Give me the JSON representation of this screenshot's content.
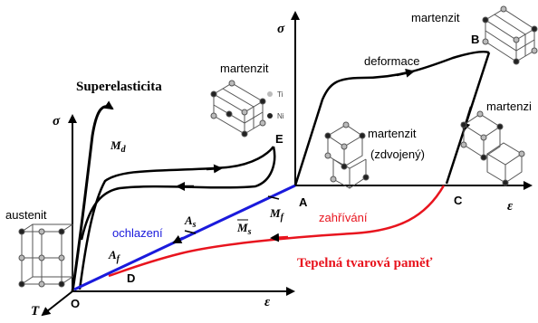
{
  "labels": {
    "superelasticity": "Superelasticita",
    "martensite_left": "martenzit",
    "martensite_top": "martenzit",
    "martensite_right": "martenzi",
    "martensite_twinned_1": "martenzit",
    "martensite_twinned_2": "(zdvojený)",
    "austenite": "austenit",
    "deformation": "deformace",
    "cooling": "ochlazení",
    "heating": "zahřívání",
    "shape_memory": "Tepelná tvarová paměť",
    "legend_ti": "Ti",
    "legend_ni": "Ni"
  },
  "axes": {
    "sigma_left": "σ",
    "sigma_right": "σ",
    "epsilon_left": "ε",
    "epsilon_right": "ε",
    "temperature": "T"
  },
  "points": {
    "O": "O",
    "A": "A",
    "B": "B",
    "C": "C",
    "D": "D",
    "E": "E"
  },
  "temps": {
    "Md": "M",
    "Md_sub": "d",
    "As": "A",
    "As_sub": "s",
    "Af": "A",
    "Af_sub": "f",
    "Mf": "M",
    "Mf_sub": "f",
    "Ms": "M",
    "Ms_sub": "s"
  },
  "colors": {
    "cooling_line": "#1a1adc",
    "heating_line": "#e8141e",
    "shape_memory_text": "#e8141e",
    "curve": "#000000"
  }
}
